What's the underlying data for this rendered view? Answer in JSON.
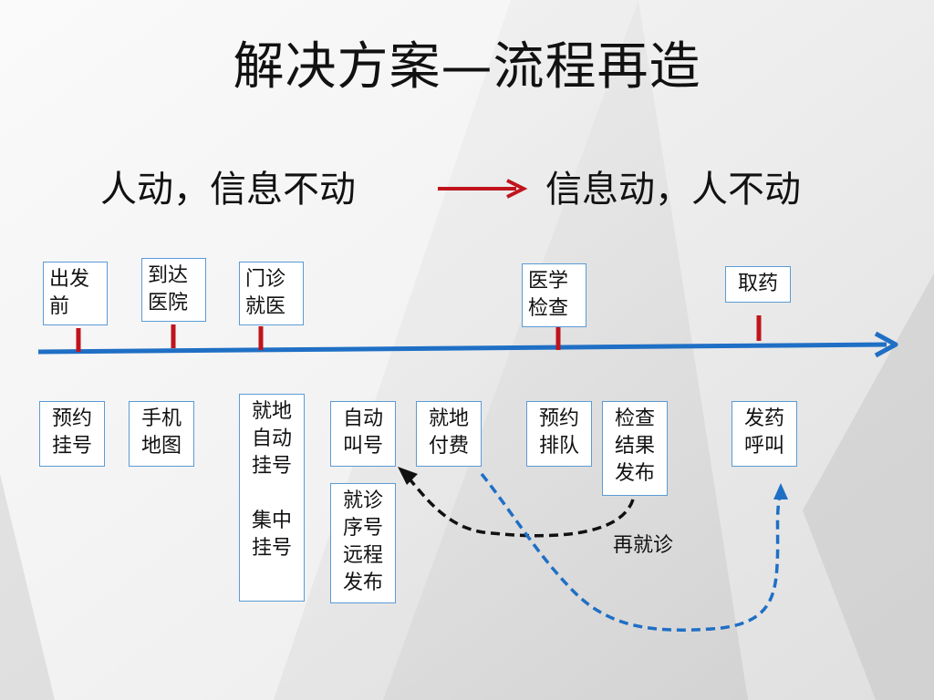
{
  "title": "解决方案—流程再造",
  "subtitle": {
    "left": "人动，信息不动",
    "right": "信息动，人不动"
  },
  "stages": [
    {
      "id": "before-departure",
      "label": "出发\n前"
    },
    {
      "id": "arrive-hospital",
      "label": "到达\n医院"
    },
    {
      "id": "outpatient",
      "label": "门诊\n就医"
    },
    {
      "id": "medical-exam",
      "label": "医学\n检查"
    },
    {
      "id": "pick-up-medicine",
      "label": "取药"
    }
  ],
  "solutions": [
    {
      "id": "appointment",
      "label": "预约\n挂号"
    },
    {
      "id": "mobile-map",
      "label": "手机\n地图"
    },
    {
      "id": "onsite-registration",
      "label": "就地\n自动\n挂号\n\n集中\n挂号"
    },
    {
      "id": "auto-call",
      "label": "自动\n叫号"
    },
    {
      "id": "onsite-payment",
      "label": "就地\n付费"
    },
    {
      "id": "remote-queue-number",
      "label": "就诊\n序号\n远程\n发布"
    },
    {
      "id": "appointment-queue",
      "label": "预约\n排队"
    },
    {
      "id": "exam-result-release",
      "label": "检查\n结果\n发布"
    },
    {
      "id": "dispensing-call",
      "label": "发药\n呼叫"
    }
  ],
  "annotations": {
    "revisit": "再就诊"
  },
  "colors": {
    "timeline": "#1f6fc5",
    "tick": "#c0141c",
    "arrow_main": "#c0141c",
    "box_border": "#5b9bd5",
    "dashed_black": "#111111",
    "dashed_blue": "#1f6fc5"
  }
}
